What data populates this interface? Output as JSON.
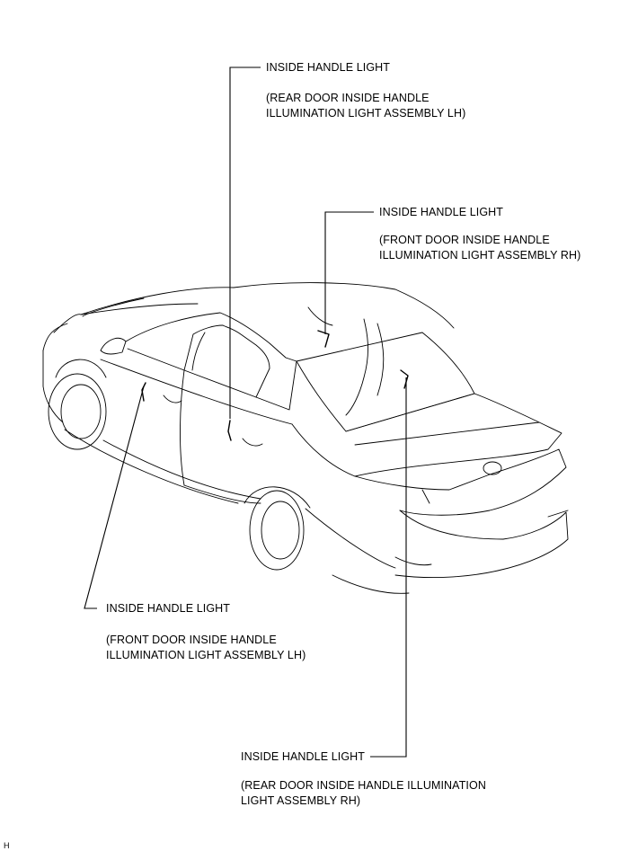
{
  "callouts": {
    "rear_lh": {
      "name": "INSIDE HANDLE LIGHT",
      "detail_line1": "(REAR DOOR INSIDE HANDLE",
      "detail_line2": "ILLUMINATION LIGHT ASSEMBLY LH)"
    },
    "front_rh": {
      "name": "INSIDE HANDLE LIGHT",
      "detail_line1": "(FRONT DOOR INSIDE HANDLE",
      "detail_line2": "ILLUMINATION LIGHT ASSEMBLY RH)"
    },
    "front_lh": {
      "name": "INSIDE HANDLE LIGHT",
      "detail_line1": "(FRONT DOOR INSIDE HANDLE",
      "detail_line2": "ILLUMINATION LIGHT ASSEMBLY LH)"
    },
    "rear_rh": {
      "name": "INSIDE HANDLE LIGHT",
      "detail_line1": "(REAR DOOR INSIDE HANDLE ILLUMINATION",
      "detail_line2": "LIGHT ASSEMBLY RH)"
    }
  },
  "figure_code": "H"
}
